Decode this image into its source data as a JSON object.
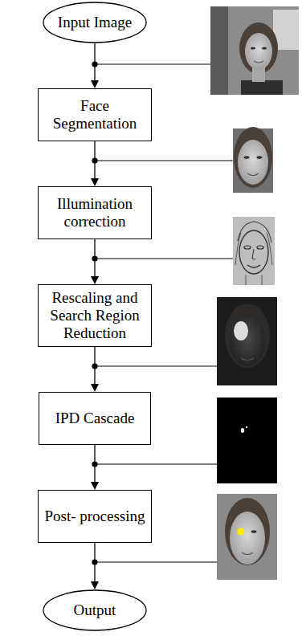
{
  "diagram": {
    "nodes": [
      {
        "text": [
          "Input Image"
        ]
      },
      {
        "text": [
          "Face Segmentation"
        ]
      },
      {
        "text": [
          "Illumination correction"
        ]
      },
      {
        "text": [
          "Rescaling and Search Region Reduction"
        ]
      },
      {
        "text": [
          "IPD Cascade"
        ]
      },
      {
        "text": [
          "Post- processing"
        ]
      },
      {
        "text": [
          "Output"
        ]
      }
    ],
    "edges": [
      {
        "from": 0,
        "to": 1,
        "arrow": "to"
      },
      {
        "from": 1,
        "to": 2,
        "arrow": "to"
      },
      {
        "from": 2,
        "to": 3,
        "arrow": "to"
      },
      {
        "from": 3,
        "to": 4,
        "arrow": "to"
      },
      {
        "from": 4,
        "to": 5,
        "arrow": "to"
      },
      {
        "from": 5,
        "to": 6,
        "arrow": "to"
      }
    ]
  }
}
